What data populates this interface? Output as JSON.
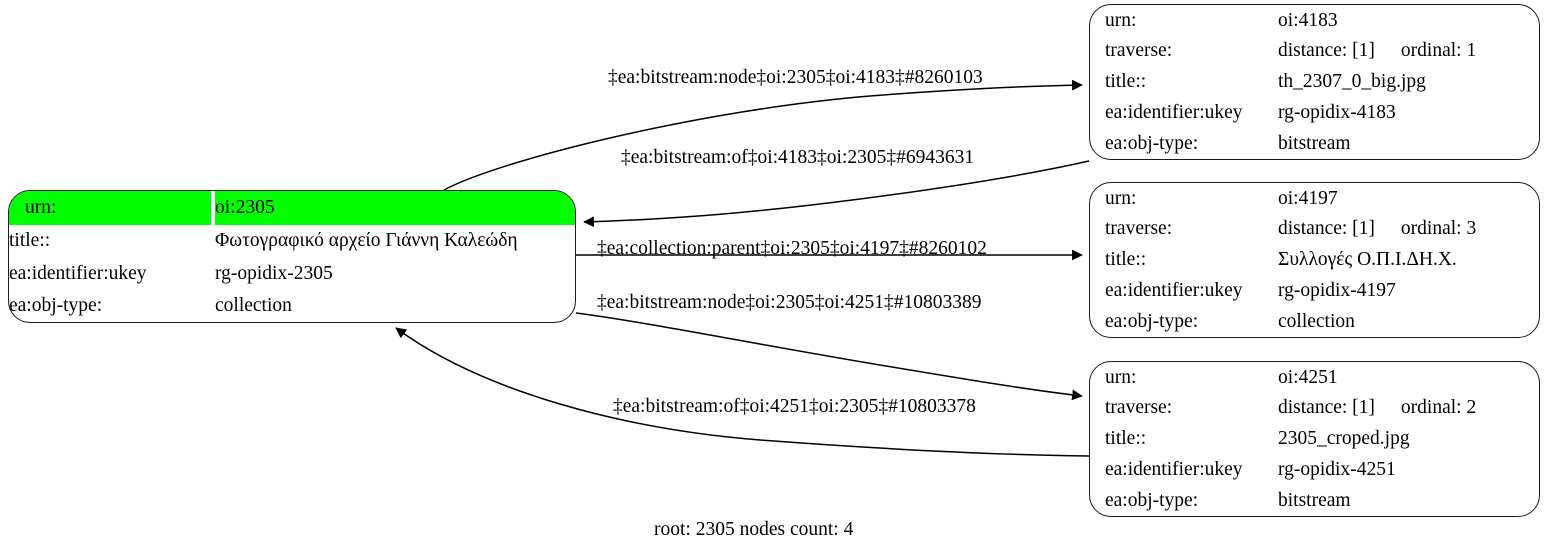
{
  "graph": {
    "caption": "root: 2305 nodes count: 4",
    "highlight_color": "#00ff00",
    "edge_color": "#000000"
  },
  "nodes": {
    "root": {
      "id": "oi:2305",
      "rows": [
        {
          "key": "urn:",
          "value": "oi:2305",
          "highlighted": true
        },
        {
          "key": "title::",
          "value": "Φωτογραφικό αρχείο Γιάννη Καλεώδη",
          "highlighted": false
        },
        {
          "key": "ea:identifier:ukey",
          "value": "rg-opidix-2305",
          "highlighted": false
        },
        {
          "key": "ea:obj-type:",
          "value": "collection",
          "highlighted": false
        }
      ]
    },
    "n4183": {
      "id": "oi:4183",
      "rows": [
        {
          "key": "urn:",
          "value": "oi:4183"
        },
        {
          "key": "traverse:",
          "value": "distance: [1]",
          "value2": "ordinal: 1"
        },
        {
          "key": "title::",
          "value": "th_2307_0_big.jpg"
        },
        {
          "key": "ea:identifier:ukey",
          "value": "rg-opidix-4183"
        },
        {
          "key": "ea:obj-type:",
          "value": "bitstream"
        }
      ]
    },
    "n4197": {
      "id": "oi:4197",
      "rows": [
        {
          "key": "urn:",
          "value": "oi:4197"
        },
        {
          "key": "traverse:",
          "value": "distance: [1]",
          "value2": "ordinal: 3"
        },
        {
          "key": "title::",
          "value": "Συλλογές Ο.Π.Ι.ΔΗ.Χ."
        },
        {
          "key": "ea:identifier:ukey",
          "value": "rg-opidix-4197"
        },
        {
          "key": "ea:obj-type:",
          "value": "collection"
        }
      ]
    },
    "n4251": {
      "id": "oi:4251",
      "rows": [
        {
          "key": "urn:",
          "value": "oi:4251"
        },
        {
          "key": "traverse:",
          "value": "distance: [1]",
          "value2": "ordinal: 2"
        },
        {
          "key": "title::",
          "value": "2305_croped.jpg"
        },
        {
          "key": "ea:identifier:ukey",
          "value": "rg-opidix-4251"
        },
        {
          "key": "ea:obj-type:",
          "value": "bitstream"
        }
      ]
    }
  },
  "edges": [
    {
      "label": "‡ea:bitstream:node‡oi:2305‡oi:4183‡#8260103",
      "from": "root",
      "to": "n4183"
    },
    {
      "label": "‡ea:bitstream:of‡oi:4183‡oi:2305‡#6943631",
      "from": "n4183",
      "to": "root"
    },
    {
      "label": "‡ea:collection:parent‡oi:2305‡oi:4197‡#8260102",
      "from": "root",
      "to": "n4197"
    },
    {
      "label": "‡ea:bitstream:node‡oi:2305‡oi:4251‡#10803389",
      "from": "root",
      "to": "n4251"
    },
    {
      "label": "‡ea:bitstream:of‡oi:4251‡oi:2305‡#10803378",
      "from": "n4251",
      "to": "root"
    }
  ]
}
